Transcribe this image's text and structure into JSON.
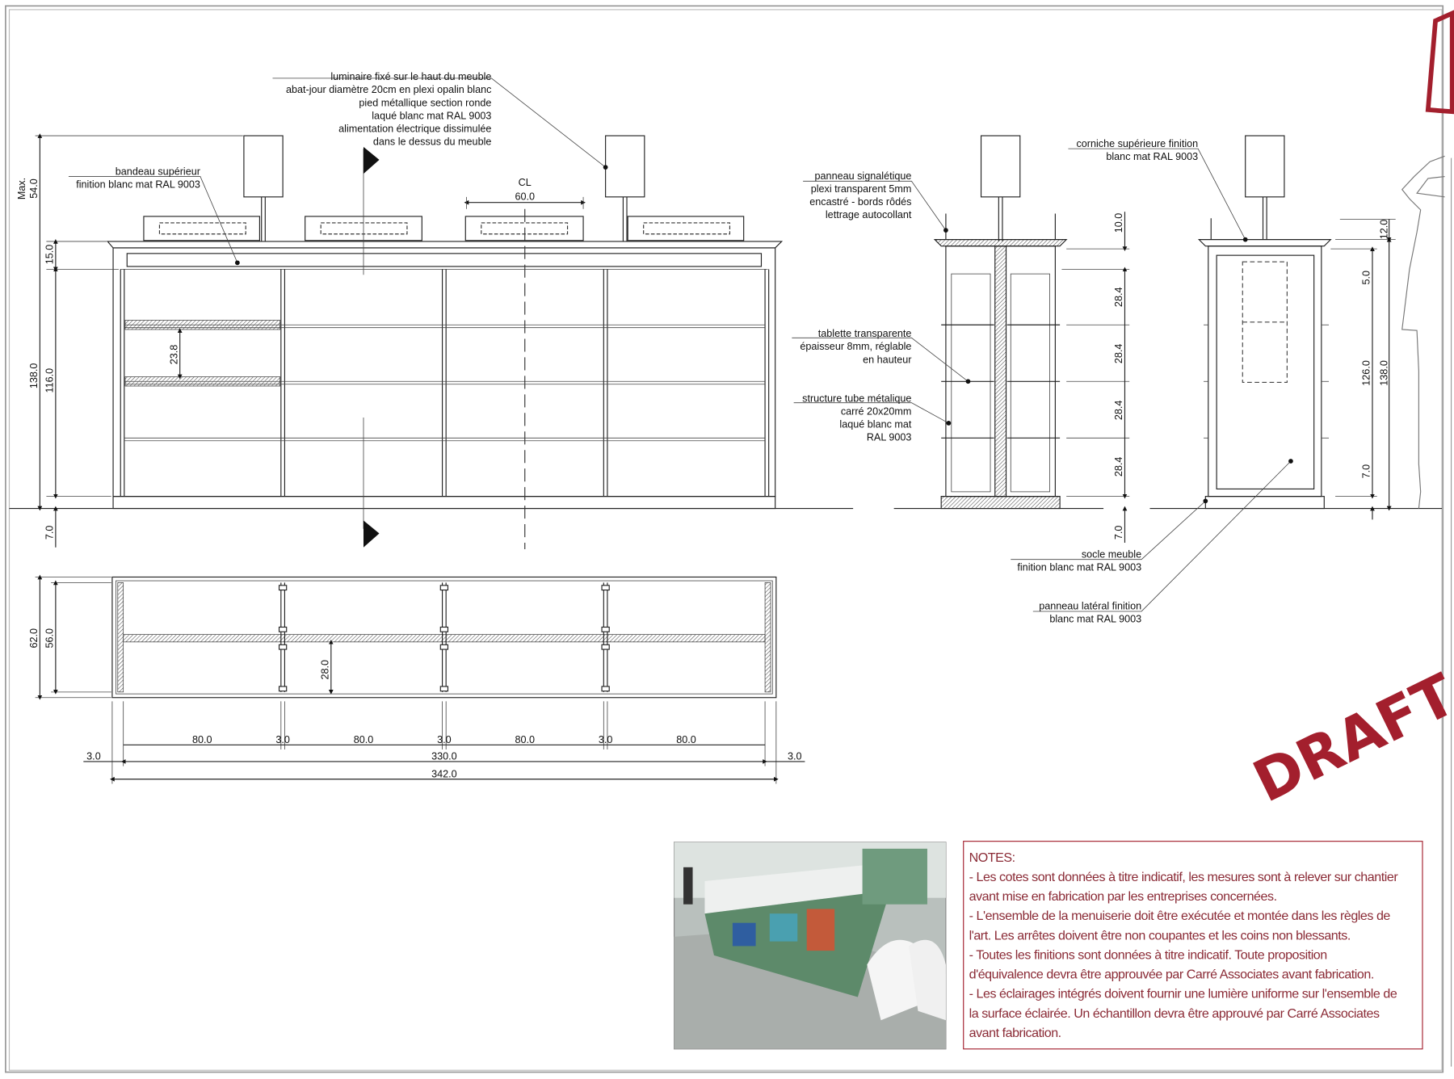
{
  "annotations": {
    "luminaire": [
      "luminaire fixé sur le haut du meuble",
      "abat-jour diamètre 20cm en plexi opalin blanc",
      "pied métallique section ronde",
      "laqué blanc mat RAL 9003",
      "alimentation électrique dissimulée",
      "dans le dessus du meuble"
    ],
    "bandeau": [
      "bandeau supérieur",
      "finition blanc mat RAL 9003"
    ],
    "panneau_signaletique": [
      "panneau signalétique",
      "plexi transparent 5mm",
      "encastré - bords rôdés",
      "lettrage autocollant"
    ],
    "tablette": [
      "tablette transparente",
      "épaisseur 8mm, réglable",
      "en hauteur"
    ],
    "structure": [
      "structure tube métalique",
      "carré 20x20mm",
      "laqué blanc mat",
      "RAL 9003"
    ],
    "corniche": [
      "corniche supérieure finition",
      "blanc mat RAL 9003"
    ],
    "socle": [
      "socle meuble",
      "finition blanc mat RAL 9003"
    ],
    "panneau_lateral": [
      "panneau latéral finition",
      "blanc mat RAL 9003"
    ]
  },
  "dimensions": {
    "max": "Max.",
    "d54": "54.0",
    "d138": "138.0",
    "d15": "15.0",
    "d116": "116.0",
    "d7": "7.0",
    "d238": "23.8",
    "cl": "CL",
    "d60": "60.0",
    "d62": "62.0",
    "d56": "56.0",
    "d28": "28.0",
    "d80": "80.0",
    "d3": "3.0",
    "d330": "330.0",
    "d342": "342.0",
    "d10": "10.0",
    "d284": "28.4",
    "d12": "12.0",
    "d5": "5.0",
    "d126": "126.0"
  },
  "notes": {
    "title": "NOTES:",
    "lines": [
      "- Les cotes sont données à titre indicatif, les mesures sont à relever sur chantier",
      "avant mise en fabrication par les entreprises concernées.",
      "- L'ensemble de la menuiserie doit être exécutée et montée dans les règles de",
      "l'art. Les arrêtes doivent être non coupantes et les coins non blessants.",
      "- Toutes les finitions sont données à titre indicatif. Toute proposition",
      "d'équivalence devra être approuvée par Carré Associates avant fabrication.",
      "- Les éclairages intégrés doivent fournir une lumière uniforme sur l'ensemble de",
      "la surface éclairée. Un échantillon devra être approuvé par Carré Associates",
      "avant fabrication."
    ]
  },
  "stamp": {
    "text": "DRAFT",
    "color": "#a31f2d"
  },
  "colors": {
    "notes": "#8a2a35",
    "line": "#222222"
  }
}
